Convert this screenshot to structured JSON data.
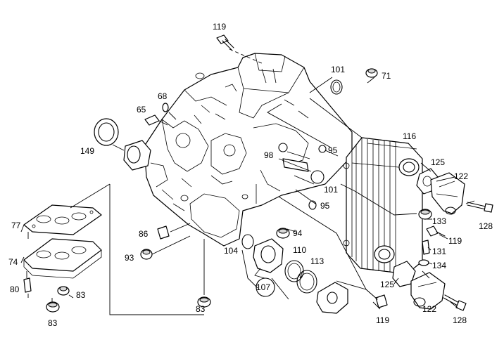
{
  "labels": {
    "l119a": "119",
    "l101a": "101",
    "l71": "71",
    "l68": "68",
    "l65": "65",
    "l116": "116",
    "l149": "149",
    "l98": "98",
    "l95a": "95",
    "l125a": "125",
    "l122a": "122",
    "l101b": "101",
    "l95b": "95",
    "l128a": "128",
    "l77": "77",
    "l86": "86",
    "l94": "94",
    "l133": "133",
    "l119b": "119",
    "l104": "104",
    "l110": "110",
    "l131": "131",
    "l93": "93",
    "l74": "74",
    "l113": "113",
    "l134": "134",
    "l107": "107",
    "l80": "80",
    "l83a": "83",
    "l125b": "125",
    "l83b": "83",
    "l122b": "122",
    "l83c": "83",
    "l119c": "119",
    "l128b": "128"
  }
}
